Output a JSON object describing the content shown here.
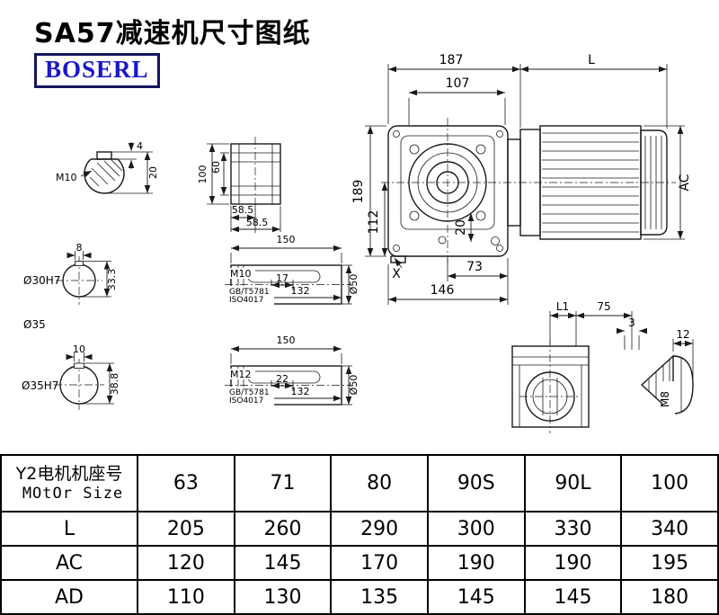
{
  "page": {
    "title": "SA57减速机尺寸图纸",
    "logo": "BOSERL"
  },
  "drawing": {
    "key_view": {
      "thread": "M10",
      "d4": "4",
      "d20": "20"
    },
    "flange_view": {
      "d100": "100",
      "d60": "60",
      "d585a": "58.5",
      "d585b": "58.5"
    },
    "bore30_view": {
      "d8": "8",
      "label": "Ø30H7",
      "d333": "33.3",
      "shaft_label": "Ø35"
    },
    "bore35_view": {
      "d10": "10",
      "label": "Ø35H7",
      "d388": "38.8"
    },
    "shaft1_view": {
      "d150": "150",
      "thread": "M10",
      "std1": "GB/T5781",
      "std2": "ISO4017",
      "d17": "17",
      "d132": "132",
      "d50": "Ø50"
    },
    "shaft2_view": {
      "d150": "150",
      "thread": "M12",
      "std1": "GB/T5781",
      "std2": "ISO4017",
      "d22": "22",
      "d132": "132",
      "d50": "Ø50"
    },
    "main_view": {
      "d187": "187",
      "dL": "L",
      "d107": "107",
      "d189": "189",
      "d112": "112",
      "dAC": "AC",
      "d20": "20",
      "d73": "73",
      "d146": "146",
      "x_label": "X"
    },
    "side_view": {
      "dL1": "L1",
      "d75": "75",
      "d3": "3",
      "d12": "12",
      "m8": "M8"
    }
  },
  "table": {
    "header": {
      "label_cn": "Y2电机机座号",
      "label_en": "MOtOr Size",
      "sizes": [
        "63",
        "71",
        "80",
        "90S",
        "90L",
        "100"
      ]
    },
    "rows": [
      {
        "label": "L",
        "values": [
          "205",
          "260",
          "290",
          "300",
          "330",
          "340"
        ]
      },
      {
        "label": "AC",
        "values": [
          "120",
          "145",
          "170",
          "190",
          "190",
          "195"
        ]
      },
      {
        "label": "AD",
        "values": [
          "110",
          "130",
          "135",
          "145",
          "145",
          "180"
        ]
      }
    ]
  }
}
